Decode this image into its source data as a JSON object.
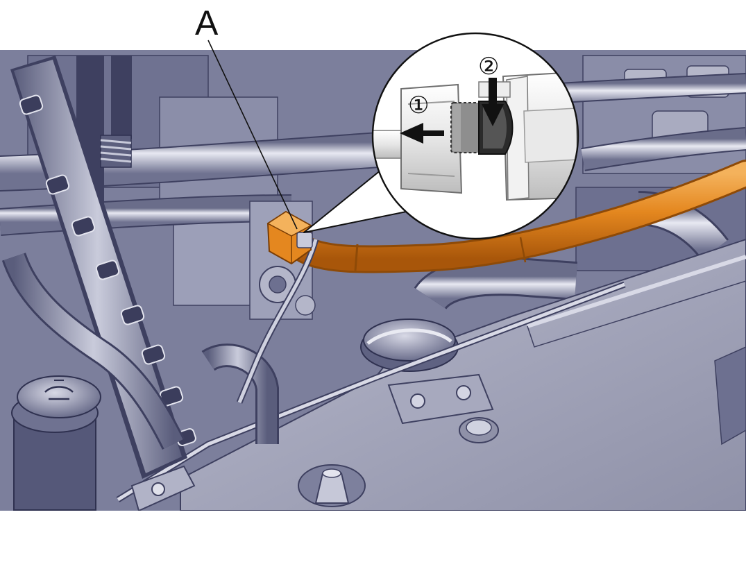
{
  "callout": {
    "label": "A"
  },
  "steps": [
    {
      "label": "①",
      "action": "slide-lock-back"
    },
    {
      "label": "②",
      "action": "press-release-tab"
    }
  ],
  "colors": {
    "harness": "#e4871f",
    "harness_dark": "#b35e0c",
    "metal": "#8b8fa8",
    "metal_light": "#d4d6e4",
    "metal_dark": "#4f5272",
    "background": "#ffffff",
    "arrow": "#111111"
  }
}
